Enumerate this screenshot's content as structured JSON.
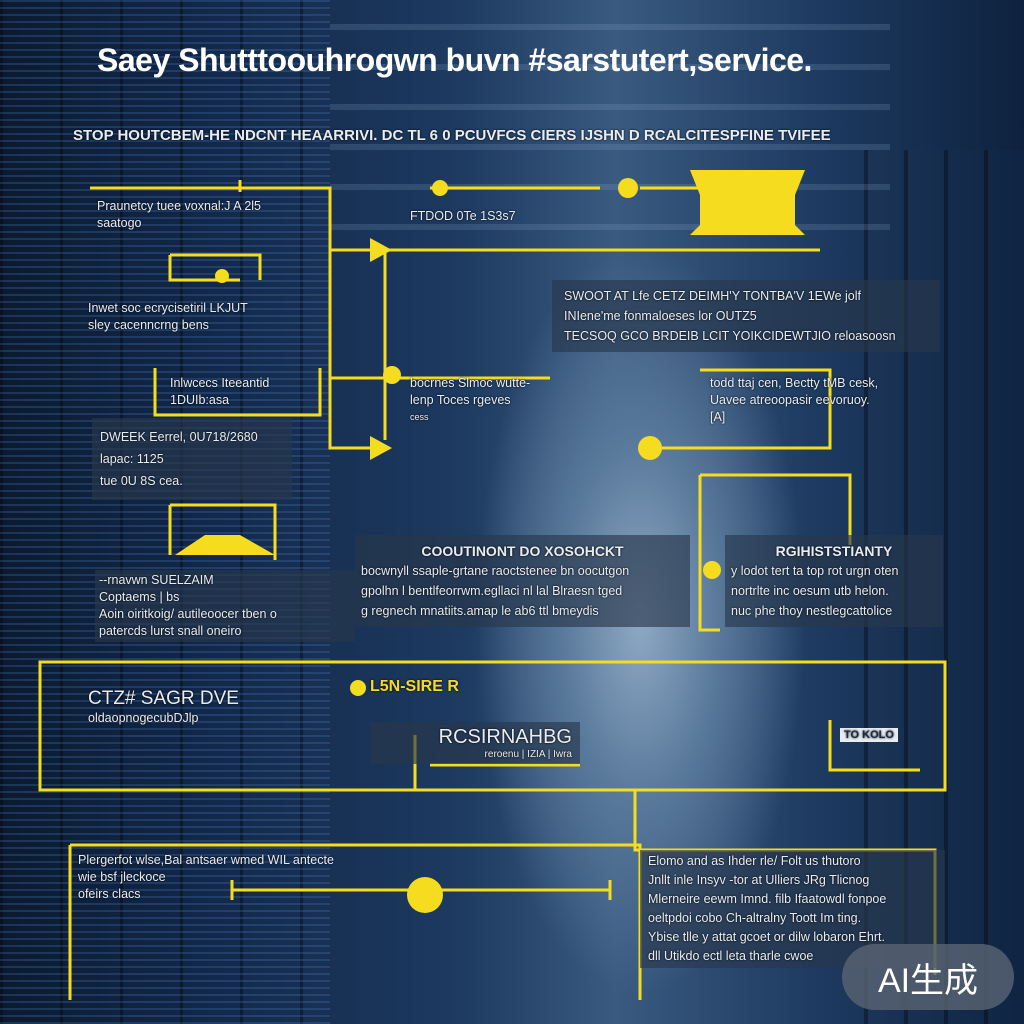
{
  "title": "Saey Shutttoouhrogwn buvn #sarstutert,service.",
  "subtitle": "STOP HOUTCBEM-HE NDCNT HEAARRIVI. DC TL 6 0 PCUVFCS CIERS IJSHN D RCALCITESPFINE TVIFEE",
  "accent": "#f5dc1e",
  "labels": {
    "l1": [
      "Praunetcy tuee voxnal:J A 2l5",
      "saatogo"
    ],
    "l2": "FTDOD 0Te 1S3s7",
    "l3": [
      "Inwet soc ecrycisetiril LKJUT",
      "sley cacenncrng bens"
    ],
    "l4": [
      "Inlwcecs Iteeantid",
      "1DUIb:asa"
    ],
    "l5": [
      "DWEEK Eerrel, 0U718/2680",
      "lapac: 1125",
      "tue 0U 8S cea."
    ],
    "l6": [
      "bocrnes Slmoc wutte-",
      "lenp Toces rgeves",
      "cess"
    ],
    "c1": [
      "SWOOT AT Lfe CETZ DEIMH'Y TONTBA'V 1EWe jolf",
      "INIene'me fonmaloeses lor OUTZ5",
      "TECSOQ GCO BRDEIB LCIT YOIKCIDEWTJIO reloasoosn"
    ],
    "c2": [
      "todd ttaj cen, Bectty tMB cesk,",
      "Uavee atreoopasir eevoruoy.",
      "[A]"
    ],
    "m1": [
      "COOUTINONT DO XOSOHCKT",
      "bocwnyll ssaple-grtane raoctstenee bn oocutgon",
      "gpolhn l bentlfeorrwm.egllaci nl lal Blraesn tged",
      "g regnech mnatiits.amap le ab6 ttl bmeydis"
    ],
    "m2": [
      "RGIHISTSTIANTY",
      "y lodot tert ta top rot urgn oten",
      "nortrlte inc oesum utb helon.",
      "nuc phe thoy nestlegcattolice"
    ],
    "l7": [
      "--rnavwn SUELZAIM",
      "Coptaems | bs",
      "Aoin oiritkoig/ autileoocer tben o",
      "patercds lurst snall oneiro"
    ],
    "bar": {
      "left": [
        "CTZ# SAGR DVE",
        "oldaopnogecubDJlp"
      ],
      "tag": "L5N-SIRE R",
      "center": "RCSIRNAHBG",
      "center_sub": "reroenu | IZIA | Iwra",
      "right": "TO KOLO"
    },
    "b1": [
      "Plergerfot wlse,Bal antsaer wmed WIL antecte",
      "wie bsf jleckoce",
      "ofeirs clacs"
    ],
    "b2": [
      "Elomo and as Ihder rle/ Folt us thutoro",
      "Jnllt inle Insyv -tor at Ulliers JRg Tlicnog",
      "Mlerneire eewm Imnd. filb Ifaatowdl fonpoe",
      "oeltpdoi cobo Ch-altralny Toott Im ting.",
      "Ybise tlle y attat gcoet or dilw lobaron Ehrt.",
      "dll Utikdo ectl leta tharle cwoe"
    ],
    "badge": "AI生成"
  }
}
